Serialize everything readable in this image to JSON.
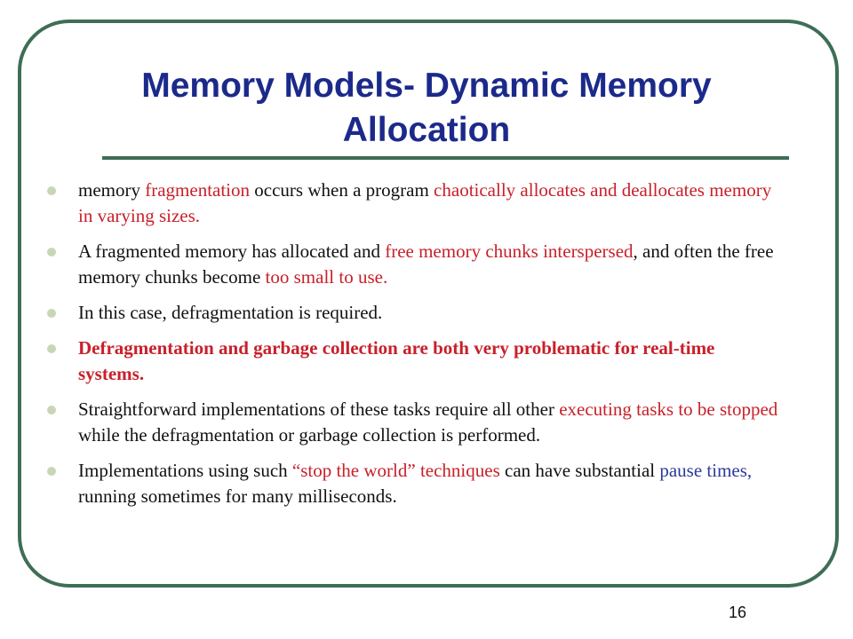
{
  "title": {
    "line1": "Memory Models- Dynamic Memory",
    "line2": "Allocation"
  },
  "bullets": [
    {
      "segments": [
        {
          "text": "memory ",
          "style": "normal"
        },
        {
          "text": "fragmentation",
          "style": "red"
        },
        {
          "text": " occurs when a program ",
          "style": "normal"
        },
        {
          "text": "chaotically allocates and deallocates memory in varying sizes.",
          "style": "red"
        }
      ]
    },
    {
      "segments": [
        {
          "text": "A fragmented memory has allocated and ",
          "style": "normal"
        },
        {
          "text": "free memory chunks interspersed",
          "style": "red"
        },
        {
          "text": ", and often the free memory chunks become ",
          "style": "normal"
        },
        {
          "text": "too small to use.",
          "style": "red"
        }
      ]
    },
    {
      "segments": [
        {
          "text": "In this case, defragmentation is required.",
          "style": "normal"
        }
      ]
    },
    {
      "segments": [
        {
          "text": "Defragmentation and garbage collection are both very problematic for real-time systems.",
          "style": "red-bold"
        }
      ]
    },
    {
      "segments": [
        {
          "text": "Straightforward implementations of these tasks require all other ",
          "style": "normal"
        },
        {
          "text": "executing tasks to be stopped",
          "style": "red"
        },
        {
          "text": " while the defragmentation or garbage collection is performed.",
          "style": "normal"
        }
      ]
    },
    {
      "segments": [
        {
          "text": "Implementations using such ",
          "style": "normal"
        },
        {
          "text": "“stop the world” techniques",
          "style": "red"
        },
        {
          "text": " can have substantial ",
          "style": "normal"
        },
        {
          "text": "pause times,",
          "style": "blue"
        },
        {
          "text": " running sometimes for many milliseconds.",
          "style": "normal"
        }
      ]
    }
  ],
  "page_number": "16",
  "colors": {
    "title": "#1b2a8a",
    "frame": "#3e6e56",
    "highlight_red": "#c8202a",
    "highlight_blue": "#2b3a9a",
    "bullet_dot": "#c9d6b6"
  }
}
